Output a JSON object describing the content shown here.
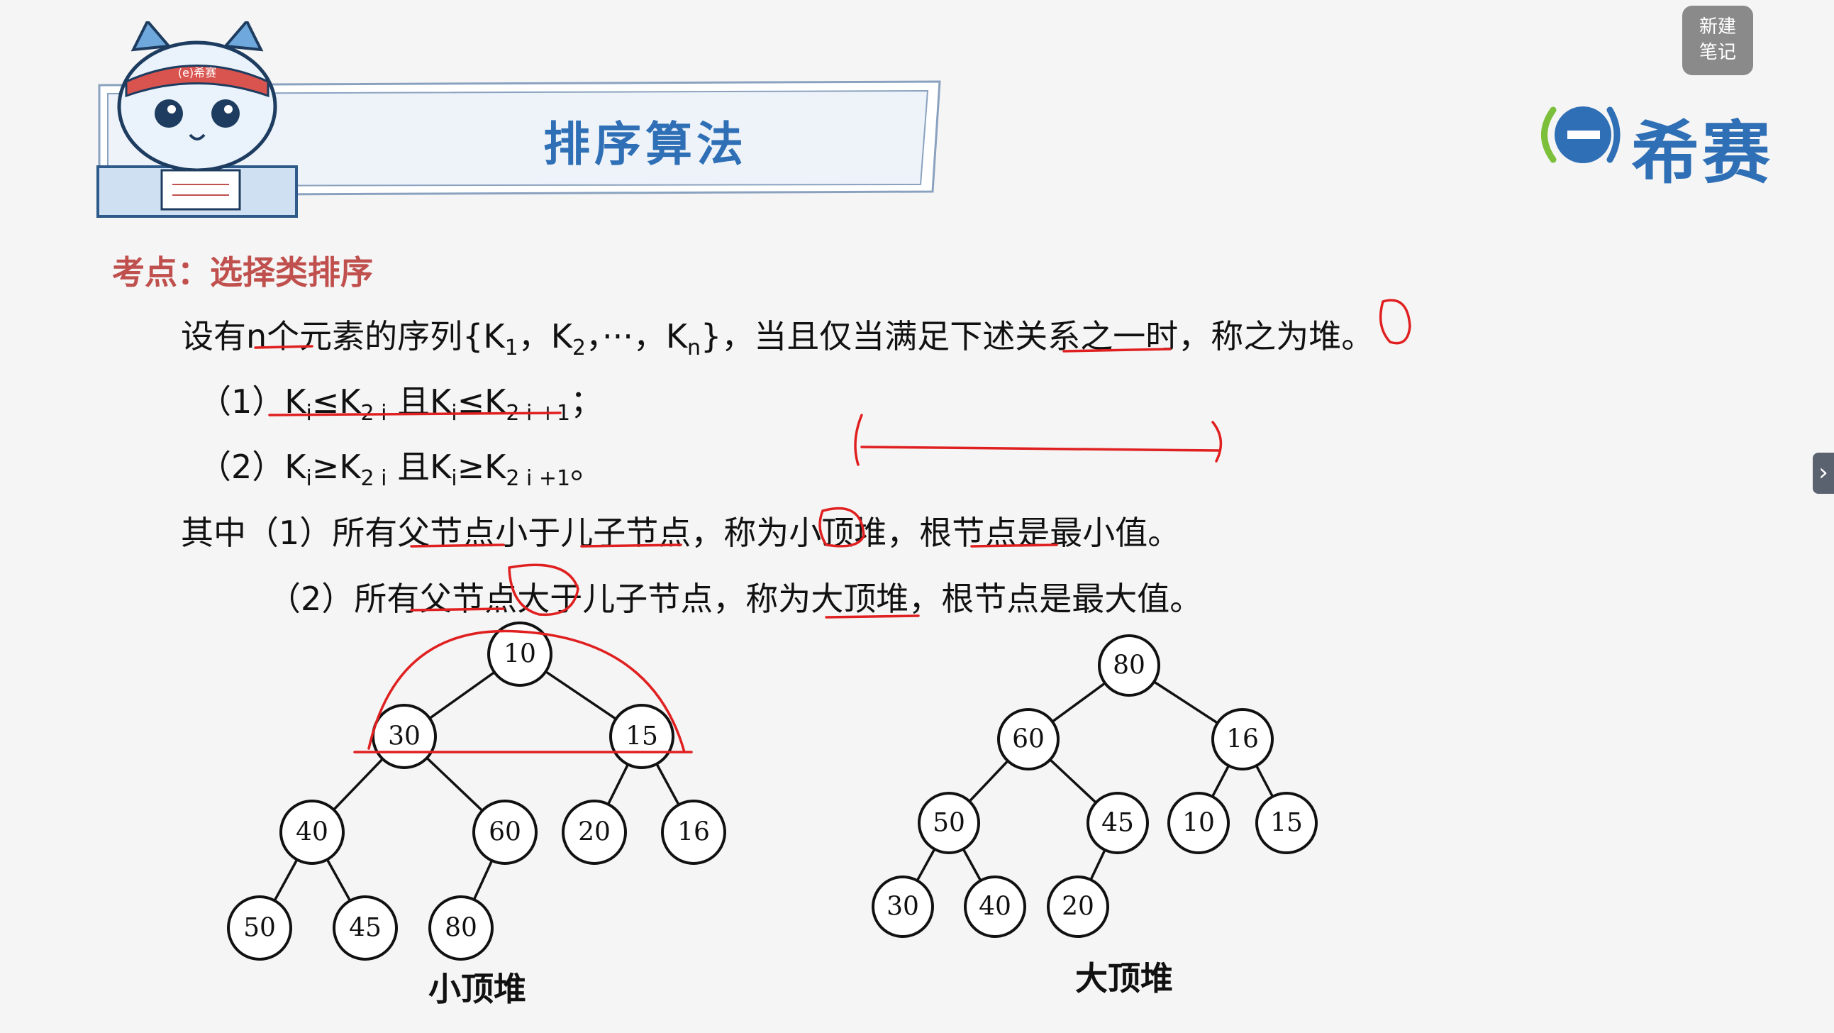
{
  "header": {
    "title": "排序算法",
    "logo_text": "希赛",
    "mascot_badge": "(e)希赛",
    "new_note_line1": "新建",
    "new_note_line2": "笔记",
    "side_tab_icon": "chevron-right-icon"
  },
  "content": {
    "topic": "考点：选择类排序",
    "def_prefix": "设有n个元素的序列{K",
    "def_sub1": "1",
    "def_mid1": "，K",
    "def_sub2": "2",
    "def_mid2": "，···，K",
    "def_subn": "n",
    "def_suffix": "}，当且仅当满足下述关系之一时，称之为堆。",
    "cond1": {
      "label": "（1）",
      "k": "K",
      "i": "i",
      "le": "≤K",
      "s2i": "2 i",
      "and": " 且K",
      "le2": "≤K",
      "s2i1": "2 i +1",
      "end": "；"
    },
    "cond2": {
      "label": "（2）",
      "k": "K",
      "i": "i",
      "ge": "≥K",
      "s2i": "2 i",
      "and": " 且K",
      "ge2": "≥K",
      "s2i1": "2 i +1",
      "end": "。"
    },
    "explain1": "其中（1）所有父节点小于儿子节点，称为小顶堆，根节点是最小值。",
    "explain2": "（2）所有父节点大于儿子节点，称为大顶堆，根节点是最大值。"
  },
  "chart_data": [
    {
      "type": "tree",
      "caption": "小顶堆",
      "nodes": [
        "10",
        "30",
        "15",
        "40",
        "60",
        "20",
        "16",
        "50",
        "45",
        "80"
      ]
    },
    {
      "type": "tree",
      "caption": "大顶堆",
      "nodes": [
        "80",
        "60",
        "16",
        "50",
        "45",
        "10",
        "15",
        "30",
        "40",
        "20"
      ]
    }
  ],
  "colors": {
    "title_blue": "#2e6fb5",
    "topic_red": "#c0504d",
    "annotation_red": "#e02020"
  }
}
